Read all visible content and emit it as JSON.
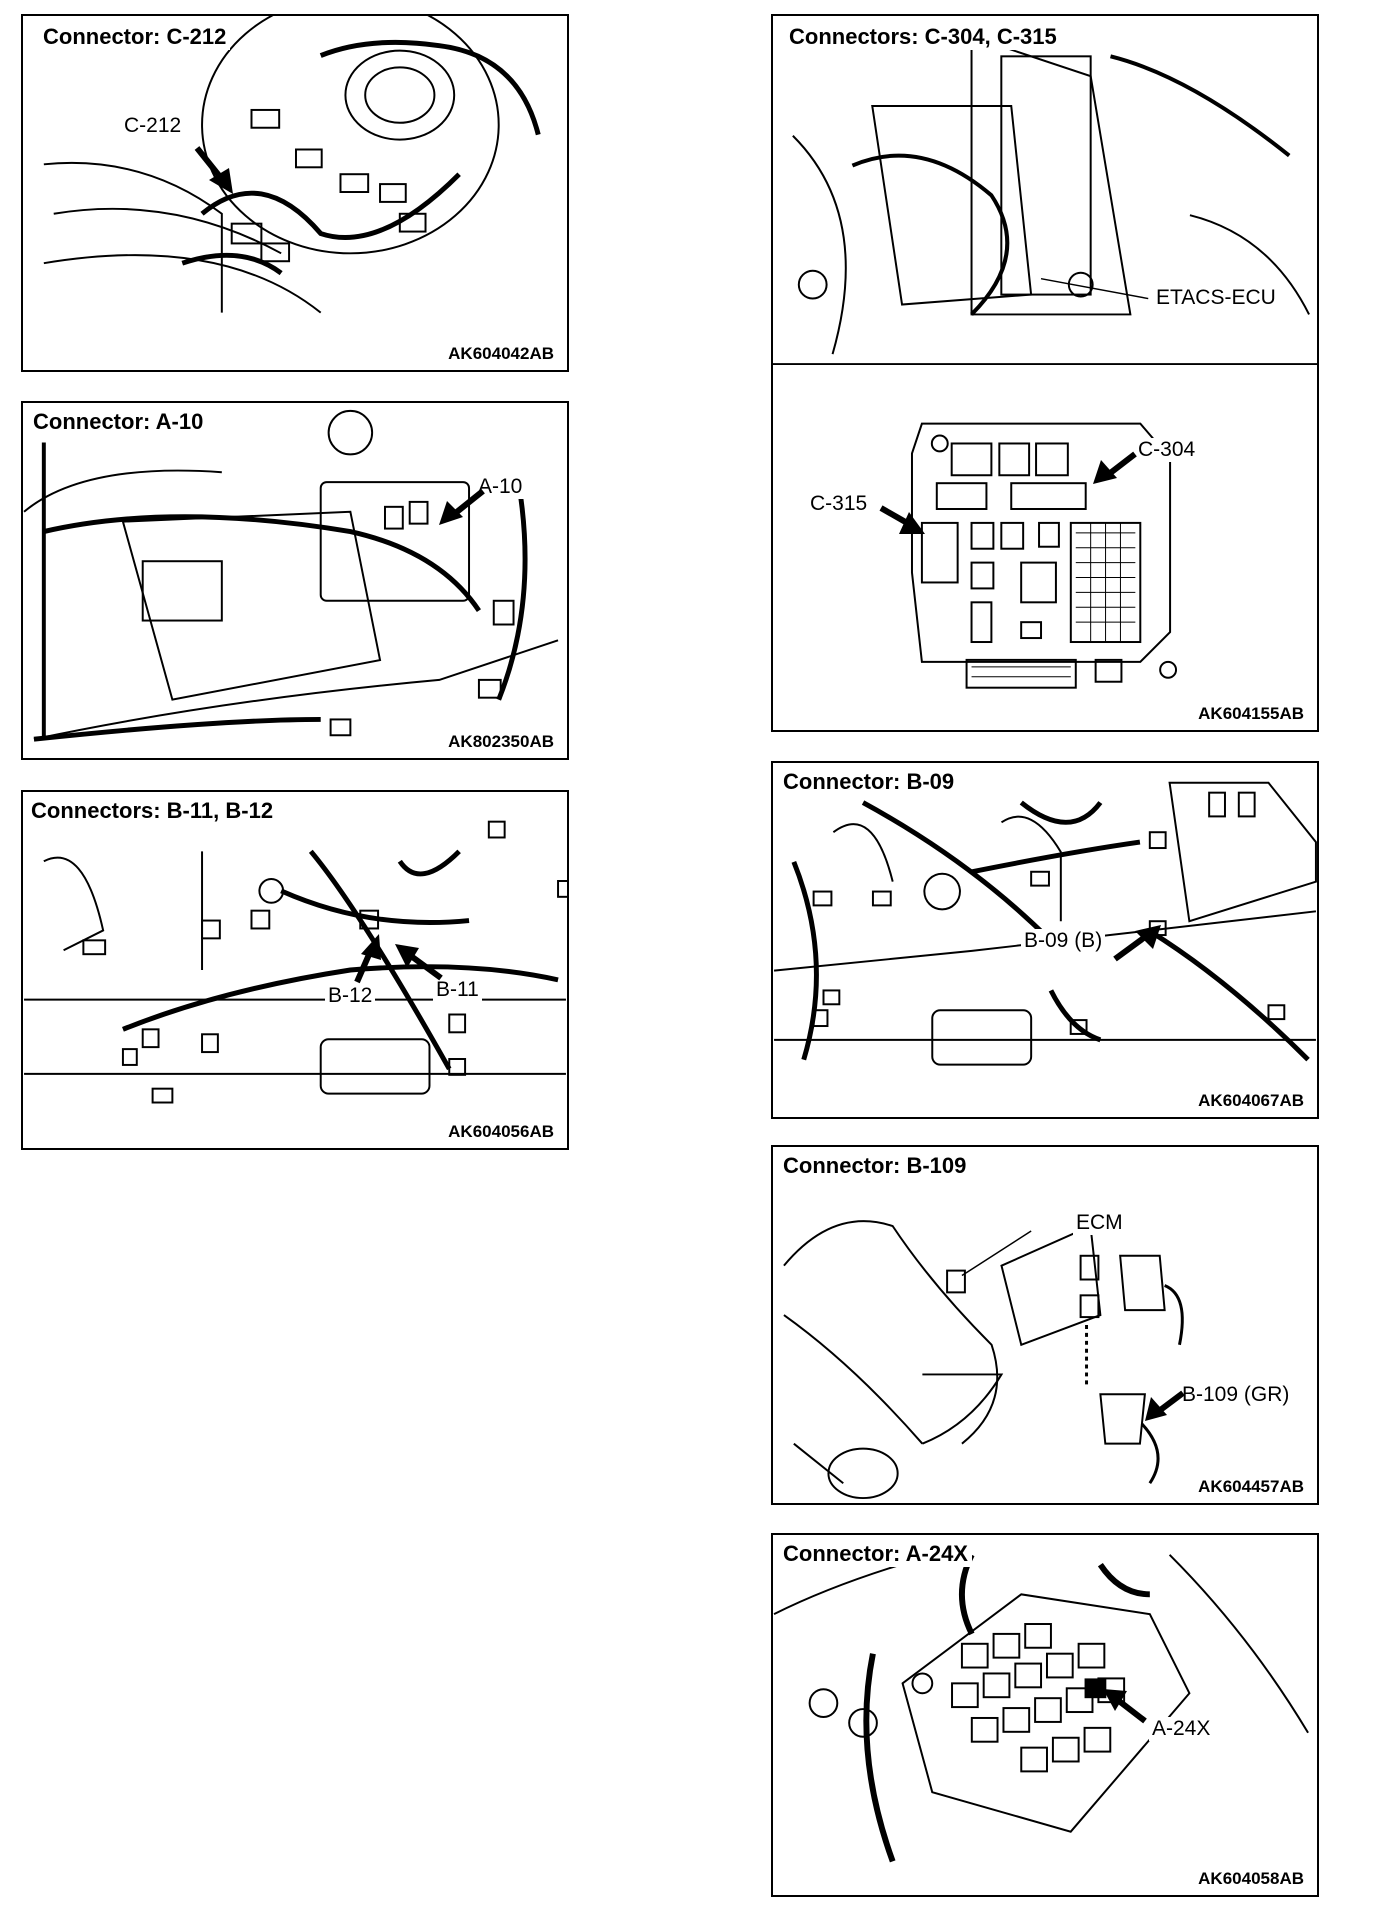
{
  "panels": {
    "c212": {
      "title": "Connector: C-212",
      "code": "AK604042AB",
      "labels": [
        "C-212"
      ]
    },
    "a10": {
      "title": "Connector: A-10",
      "code": "AK802350AB",
      "labels": [
        "A-10"
      ]
    },
    "b11b12": {
      "title": "Connectors: B-11, B-12",
      "code": "AK604056AB",
      "labels": [
        "B-12",
        "B-11"
      ]
    },
    "c304c315": {
      "title": "Connectors:  C-304, C-315",
      "code": "AK604155AB",
      "labels": [
        "ETACS-ECU",
        "C-304",
        "C-315"
      ]
    },
    "b09": {
      "title": "Connector: B-09",
      "code": "AK604067AB",
      "labels": [
        "B-09 (B)"
      ]
    },
    "b109": {
      "title": "Connector: B-109",
      "code": "AK604457AB",
      "labels": [
        "ECM",
        "B-109 (GR)"
      ]
    },
    "a24x": {
      "title": "Connector: A-24X",
      "code": "AK604058AB",
      "labels": [
        "A-24X"
      ]
    }
  }
}
